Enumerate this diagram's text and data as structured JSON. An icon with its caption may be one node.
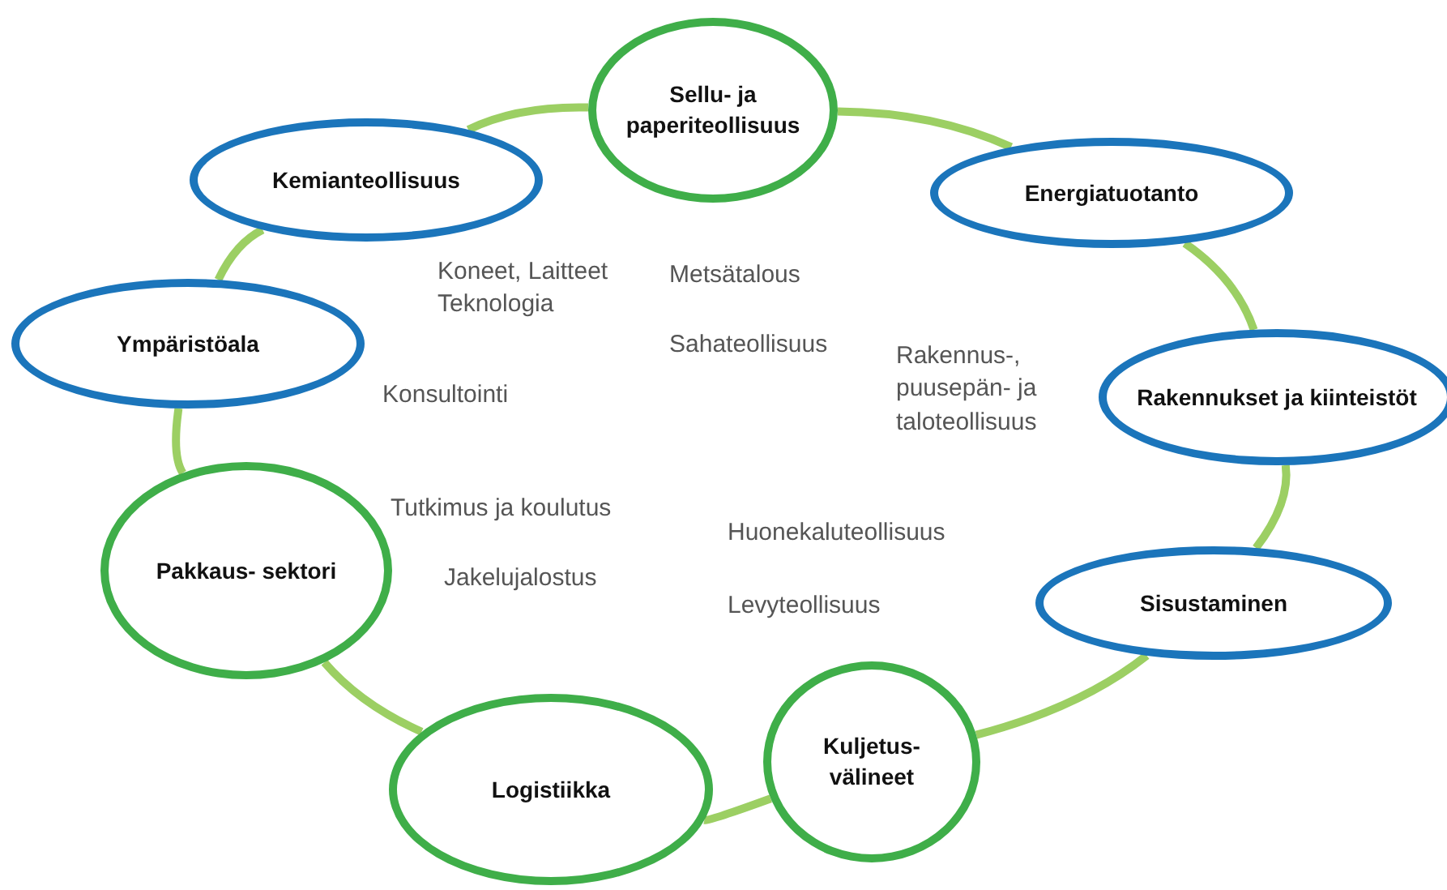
{
  "diagram": {
    "nodes": [
      {
        "text": [
          "Sellu- ja paperiteollisuus"
        ]
      },
      {
        "text": [
          "Energiatuotanto"
        ]
      },
      {
        "text": [
          "Rakennukset ja kiinteistöt"
        ]
      },
      {
        "text": [
          "Sisustaminen"
        ]
      },
      {
        "text": [
          "Kuljetus- välineet"
        ]
      },
      {
        "text": [
          "Logistiikka"
        ]
      },
      {
        "text": [
          "Pakkaus- sektori"
        ]
      },
      {
        "text": [
          "Ympäristöala"
        ]
      },
      {
        "text": [
          "Kemianteollisuus"
        ]
      }
    ],
    "edges": [
      {
        "from": 0,
        "to": 1,
        "arrow": "none"
      },
      {
        "from": 1,
        "to": 2,
        "arrow": "none"
      },
      {
        "from": 2,
        "to": 3,
        "arrow": "none"
      },
      {
        "from": 3,
        "to": 4,
        "arrow": "none"
      },
      {
        "from": 4,
        "to": 5,
        "arrow": "none"
      },
      {
        "from": 5,
        "to": 6,
        "arrow": "none"
      },
      {
        "from": 6,
        "to": 7,
        "arrow": "none"
      },
      {
        "from": 7,
        "to": 8,
        "arrow": "none"
      },
      {
        "from": 8,
        "to": 0,
        "arrow": "none"
      }
    ],
    "labels": [
      "Koneet, Laitteet Teknologia",
      "Metsätalous",
      "Sahateollisuus",
      "Rakennus-, puusepän- ja taloteollisuus",
      "Konsultointi",
      "Tutkimus ja koulutus",
      "Huonekaluteollisuus",
      "Jakelujalostus",
      "Levyteollisuus"
    ]
  }
}
